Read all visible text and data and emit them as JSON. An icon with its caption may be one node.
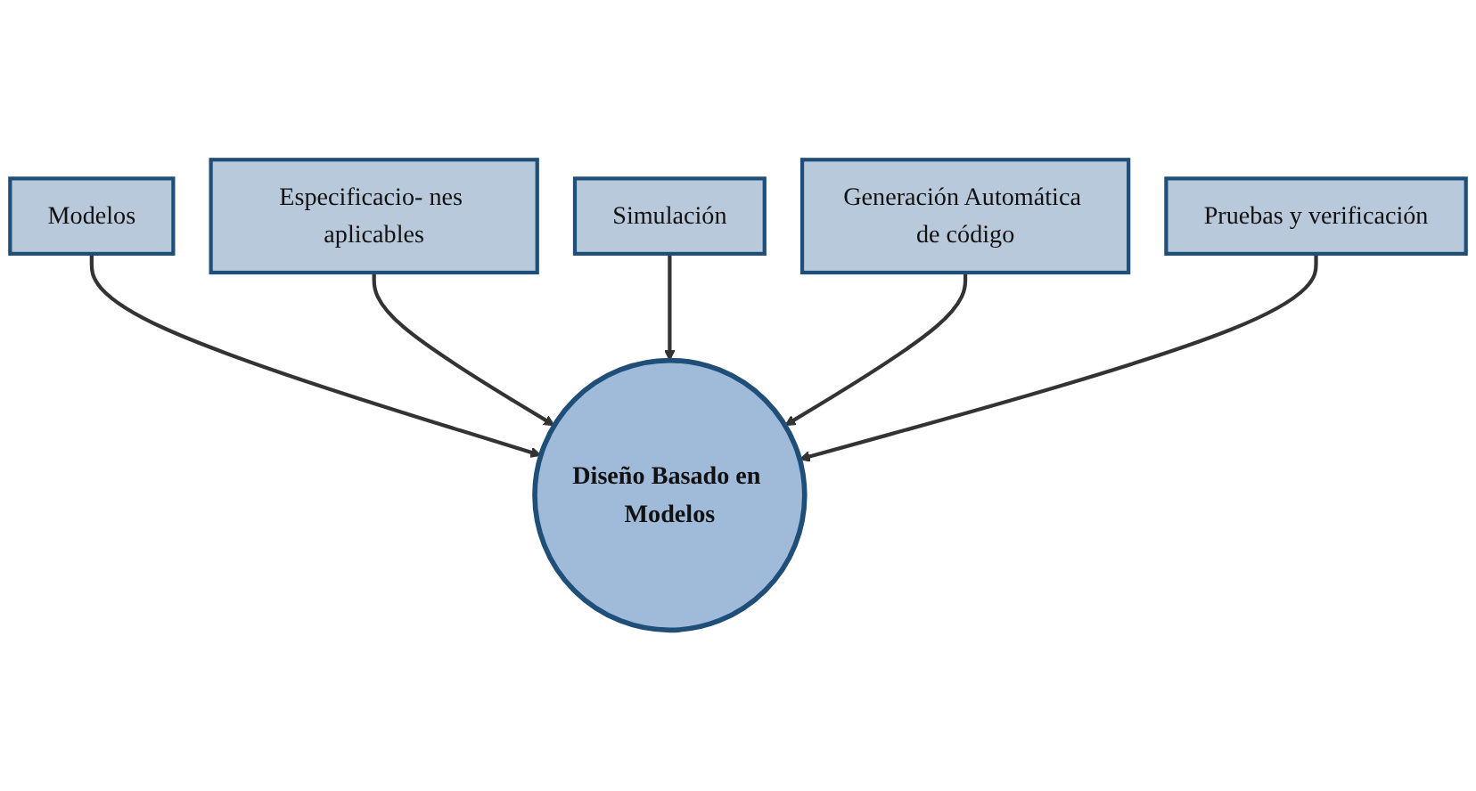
{
  "diagram": {
    "nodes": [
      {
        "text": [
          "Simulación"
        ]
      },
      {
        "text": [
          "Especificacio- nes aplicables"
        ]
      },
      {
        "text": [
          "Generación Automática de código"
        ]
      },
      {
        "text": [
          "Modelos"
        ]
      },
      {
        "text": [
          "Diseño Basado en Modelos"
        ]
      },
      {
        "text": [
          "Pruebas y verificación"
        ]
      }
    ],
    "edges": [
      {
        "from": 3,
        "to": 4,
        "arrow": "to"
      },
      {
        "from": 1,
        "to": 4,
        "arrow": "to"
      },
      {
        "from": 0,
        "to": 4,
        "arrow": "to"
      },
      {
        "from": 2,
        "to": 4,
        "arrow": "to"
      },
      {
        "from": 5,
        "to": 4,
        "arrow": "to"
      }
    ]
  }
}
